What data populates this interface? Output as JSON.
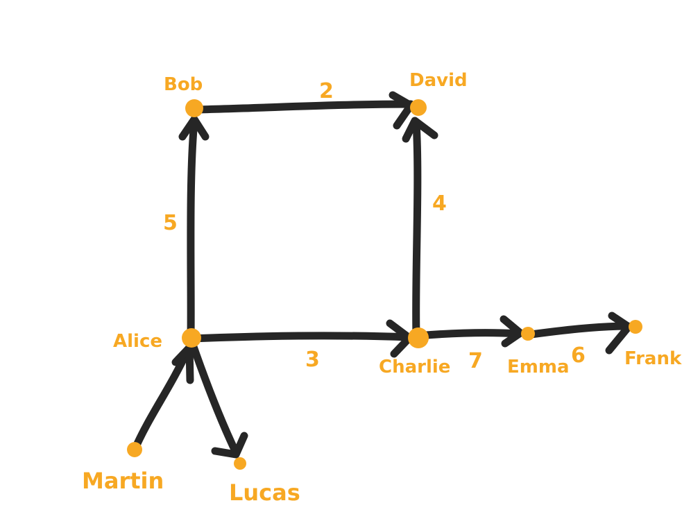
{
  "graph": {
    "node_color": "#f7a823",
    "edge_color": "#262626",
    "nodes": [
      {
        "id": "alice",
        "label": "Alice"
      },
      {
        "id": "bob",
        "label": "Bob"
      },
      {
        "id": "david",
        "label": "David"
      },
      {
        "id": "charlie",
        "label": "Charlie"
      },
      {
        "id": "emma",
        "label": "Emma"
      },
      {
        "id": "frank",
        "label": "Frank"
      },
      {
        "id": "martin",
        "label": "Martin"
      },
      {
        "id": "lucas",
        "label": "Lucas"
      }
    ],
    "edges": [
      {
        "from": "alice",
        "to": "bob",
        "weight": "5"
      },
      {
        "from": "bob",
        "to": "david",
        "weight": "2"
      },
      {
        "from": "charlie",
        "to": "david",
        "weight": "4"
      },
      {
        "from": "alice",
        "to": "charlie",
        "weight": "3"
      },
      {
        "from": "charlie",
        "to": "emma",
        "weight": "7"
      },
      {
        "from": "emma",
        "to": "frank",
        "weight": "6"
      },
      {
        "from": "martin",
        "to": "alice",
        "weight": ""
      },
      {
        "from": "alice",
        "to": "lucas",
        "weight": ""
      }
    ]
  }
}
